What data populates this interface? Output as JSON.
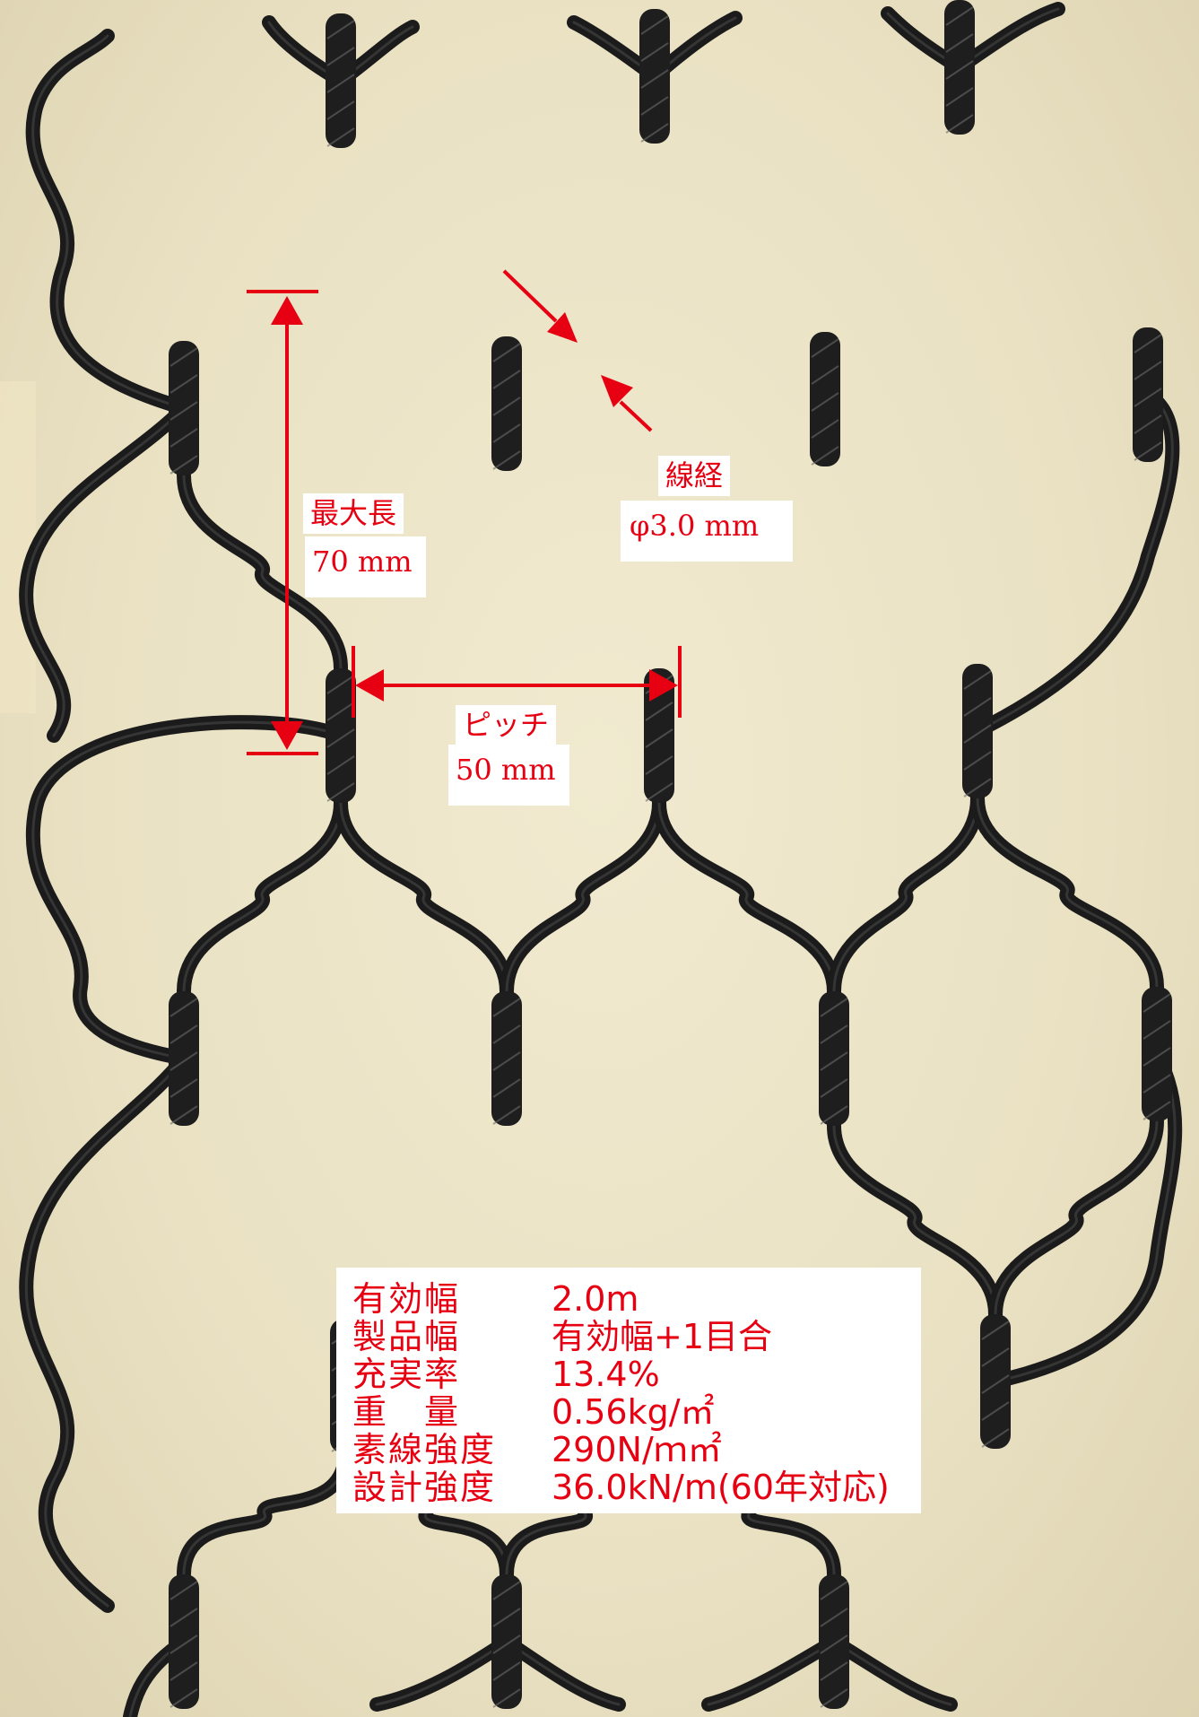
{
  "annotations": {
    "wire_diameter": {
      "title": "線経",
      "value": "φ3.0 mm"
    },
    "max_length": {
      "title": "最大長",
      "value": "70 mm"
    },
    "pitch": {
      "title": "ピッチ",
      "value": "50 mm"
    }
  },
  "specs": [
    {
      "label": "有効幅",
      "value": "2.0m"
    },
    {
      "label": "製品幅",
      "value": "有効幅+1目合"
    },
    {
      "label": "充実率",
      "value": "13.4%"
    },
    {
      "label": "重　量",
      "value": "0.56kg/㎡"
    },
    {
      "label": "素線強度",
      "value": "290N/ｍ㎡"
    },
    {
      "label": "設計強度",
      "value": "36.0kN/m(60年対応)"
    }
  ],
  "colors": {
    "annotation": "#e60012",
    "wire": "#1b1b1b",
    "background": "#ece4c6"
  }
}
